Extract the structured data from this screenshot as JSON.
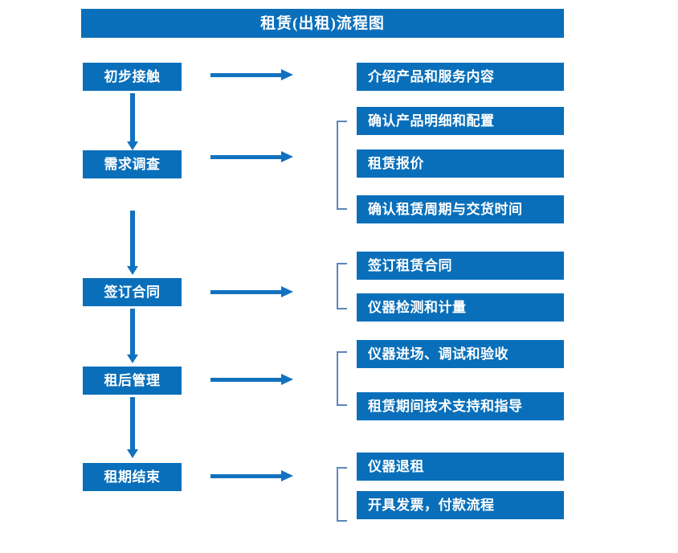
{
  "diagram": {
    "title": "租赁(出租)流程图",
    "colors": {
      "box_blue": "#0a6fba",
      "arrow_blue": "#1272c0",
      "bracket_blue": "#5b86b8",
      "text_white": "#ffffff",
      "background": "#ffffff"
    },
    "stages": [
      {
        "id": "stage-1",
        "label": "初步接触",
        "details": [
          {
            "id": "detail-1-1",
            "label": "介绍产品和服务内容"
          }
        ],
        "has_bracket": false
      },
      {
        "id": "stage-2",
        "label": "需求调查",
        "details": [
          {
            "id": "detail-2-1",
            "label": "确认产品明细和配置"
          },
          {
            "id": "detail-2-2",
            "label": "租赁报价"
          },
          {
            "id": "detail-2-3",
            "label": "确认租赁周期与交货时间"
          }
        ],
        "has_bracket": true
      },
      {
        "id": "stage-3",
        "label": "签订合同",
        "details": [
          {
            "id": "detail-3-1",
            "label": "签订租赁合同"
          },
          {
            "id": "detail-3-2",
            "label": "仪器检测和计量"
          }
        ],
        "has_bracket": true
      },
      {
        "id": "stage-4",
        "label": "租后管理",
        "details": [
          {
            "id": "detail-4-1",
            "label": "仪器进场、调试和验收"
          },
          {
            "id": "detail-4-2",
            "label": "租赁期间技术支持和指导"
          }
        ],
        "has_bracket": true
      },
      {
        "id": "stage-5",
        "label": "租期结束",
        "details": [
          {
            "id": "detail-5-1",
            "label": "仪器退租"
          },
          {
            "id": "detail-5-2",
            "label": "开具发票，付款流程"
          }
        ],
        "has_bracket": true
      }
    ],
    "connectors": {
      "horizontal_arrow_count": 5,
      "vertical_arrow_count": 4,
      "bracket_count": 4
    }
  }
}
